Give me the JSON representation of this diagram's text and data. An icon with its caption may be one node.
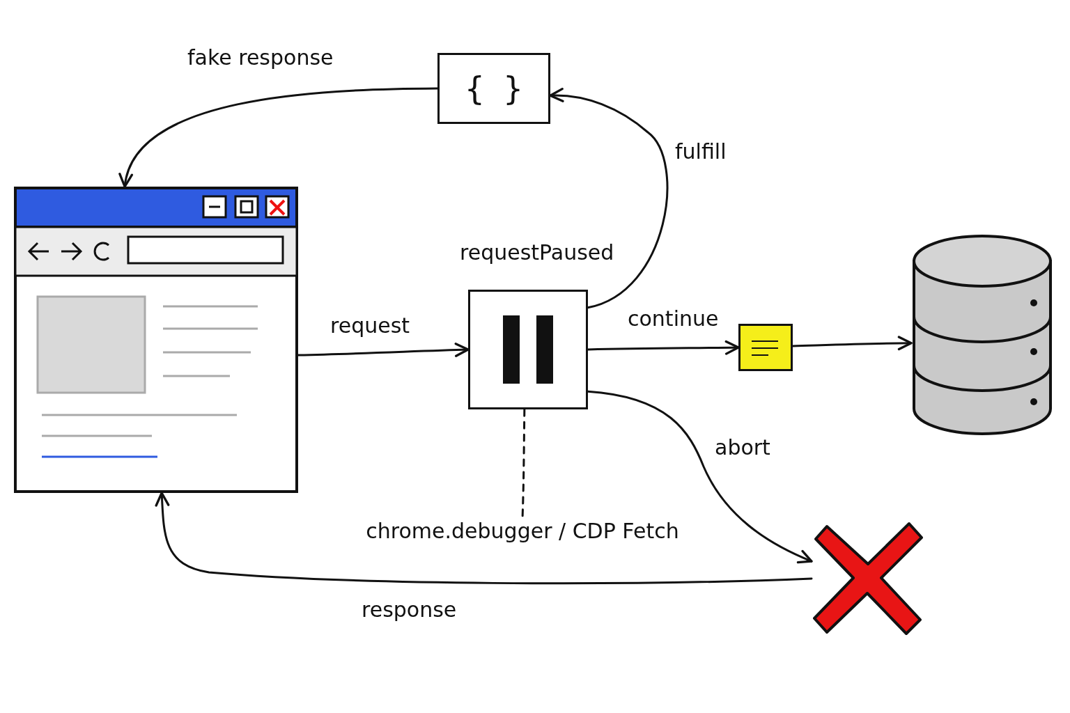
{
  "diagram": {
    "nodes": [
      {
        "text": [],
        "shape": "window"
      },
      {
        "text": [
          "{ }"
        ]
      },
      {
        "text": [
          "requestPaused"
        ]
      },
      {
        "text": [],
        "shape": "note"
      },
      {
        "text": [],
        "shape": "cylinder"
      },
      {
        "text": [],
        "shape": "cross"
      },
      {
        "text": [
          "chrome.debugger / CDP Fetch"
        ]
      }
    ],
    "edges": [
      {
        "from": 0,
        "to": 2,
        "arrow": "to",
        "label": "request"
      },
      {
        "from": 2,
        "to": 1,
        "arrow": "to",
        "label": "fulfill"
      },
      {
        "from": 1,
        "to": 0,
        "arrow": "to",
        "label": "fake response"
      },
      {
        "from": 2,
        "to": 3,
        "arrow": "to",
        "label": "continue"
      },
      {
        "from": 3,
        "to": 4,
        "arrow": "to"
      },
      {
        "from": 2,
        "to": 5,
        "arrow": "to",
        "label": "abort"
      },
      {
        "from": 5,
        "to": 0,
        "arrow": "to",
        "label": "response"
      },
      {
        "from": 2,
        "to": 6,
        "arrow": "none",
        "style": "dashed"
      }
    ]
  }
}
